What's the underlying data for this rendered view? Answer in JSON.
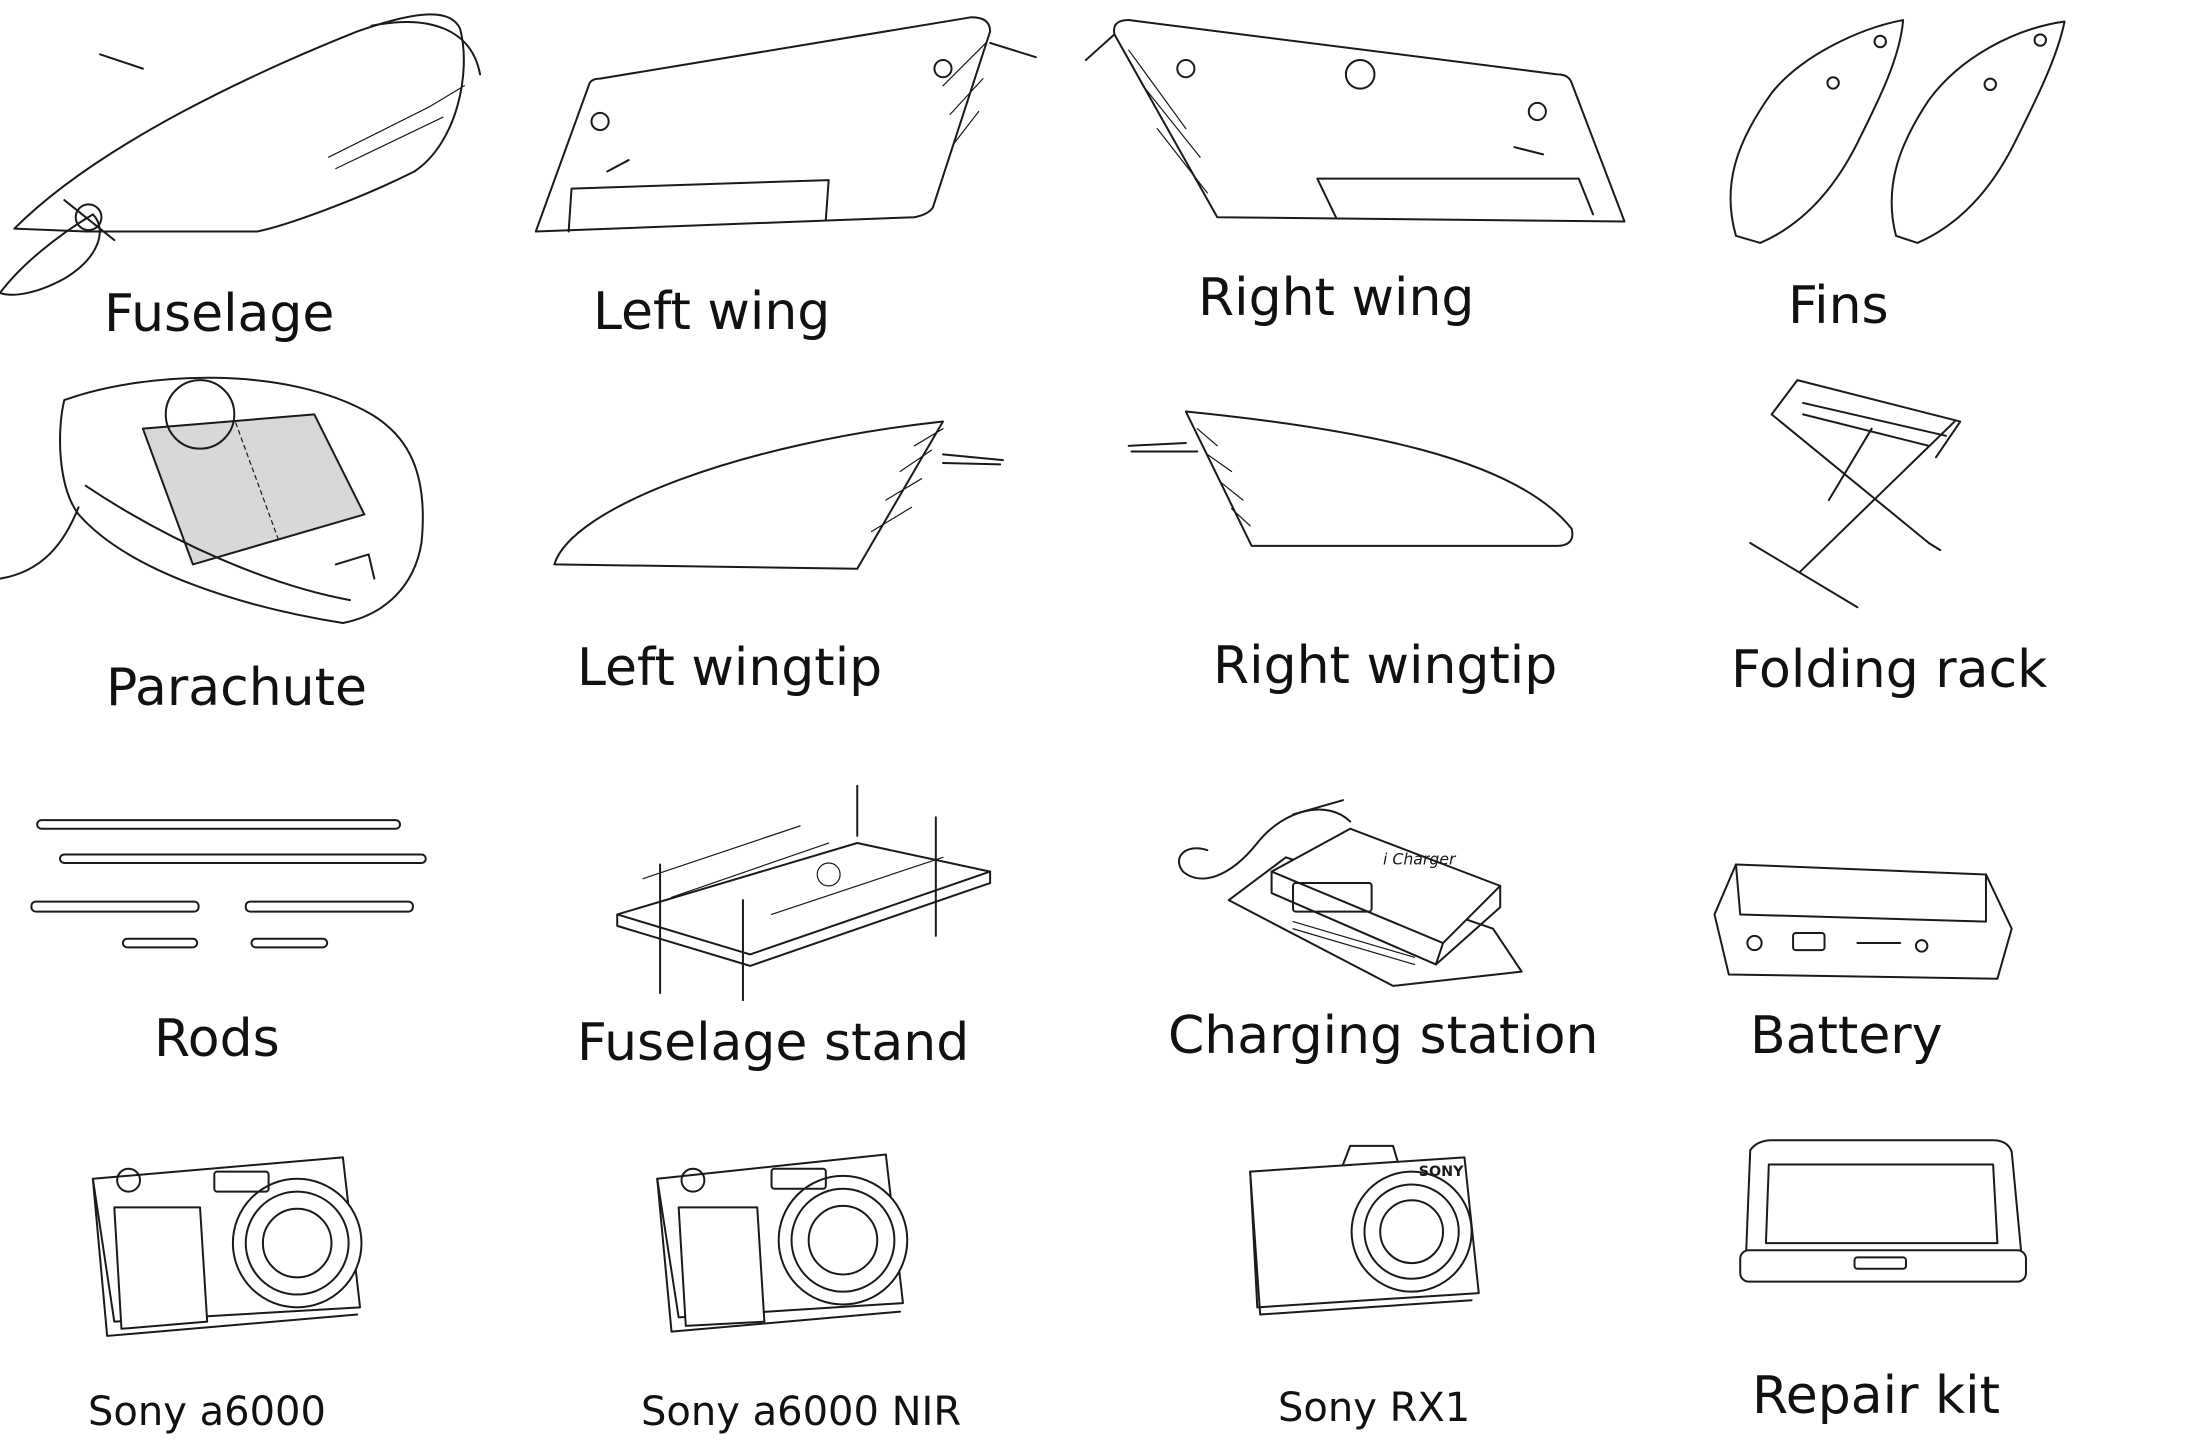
{
  "items": [
    {
      "label": "Fuselage",
      "icon": "fuselage-icon"
    },
    {
      "label": "Left wing",
      "icon": "left-wing-icon"
    },
    {
      "label": "Right wing",
      "icon": "right-wing-icon"
    },
    {
      "label": "Fins",
      "icon": "fins-icon"
    },
    {
      "label": "Parachute",
      "icon": "parachute-icon"
    },
    {
      "label": "Left wingtip",
      "icon": "left-wingtip-icon"
    },
    {
      "label": "Right wingtip",
      "icon": "right-wingtip-icon"
    },
    {
      "label": "Folding rack",
      "icon": "folding-rack-icon"
    },
    {
      "label": "Rods",
      "icon": "rods-icon"
    },
    {
      "label": "Fuselage stand",
      "icon": "fuselage-stand-icon"
    },
    {
      "label": "Charging station",
      "icon": "charging-station-icon"
    },
    {
      "label": "Battery",
      "icon": "battery-icon"
    },
    {
      "label": "Sony a6000",
      "icon": "camera-icon"
    },
    {
      "label": "Sony a6000 NIR",
      "icon": "camera-icon"
    },
    {
      "label": "Sony RX1",
      "icon": "camera-icon"
    },
    {
      "label": "Repair kit",
      "icon": "repair-kit-icon"
    }
  ],
  "charger_text": "i Charger",
  "camera_brand": "SONY"
}
